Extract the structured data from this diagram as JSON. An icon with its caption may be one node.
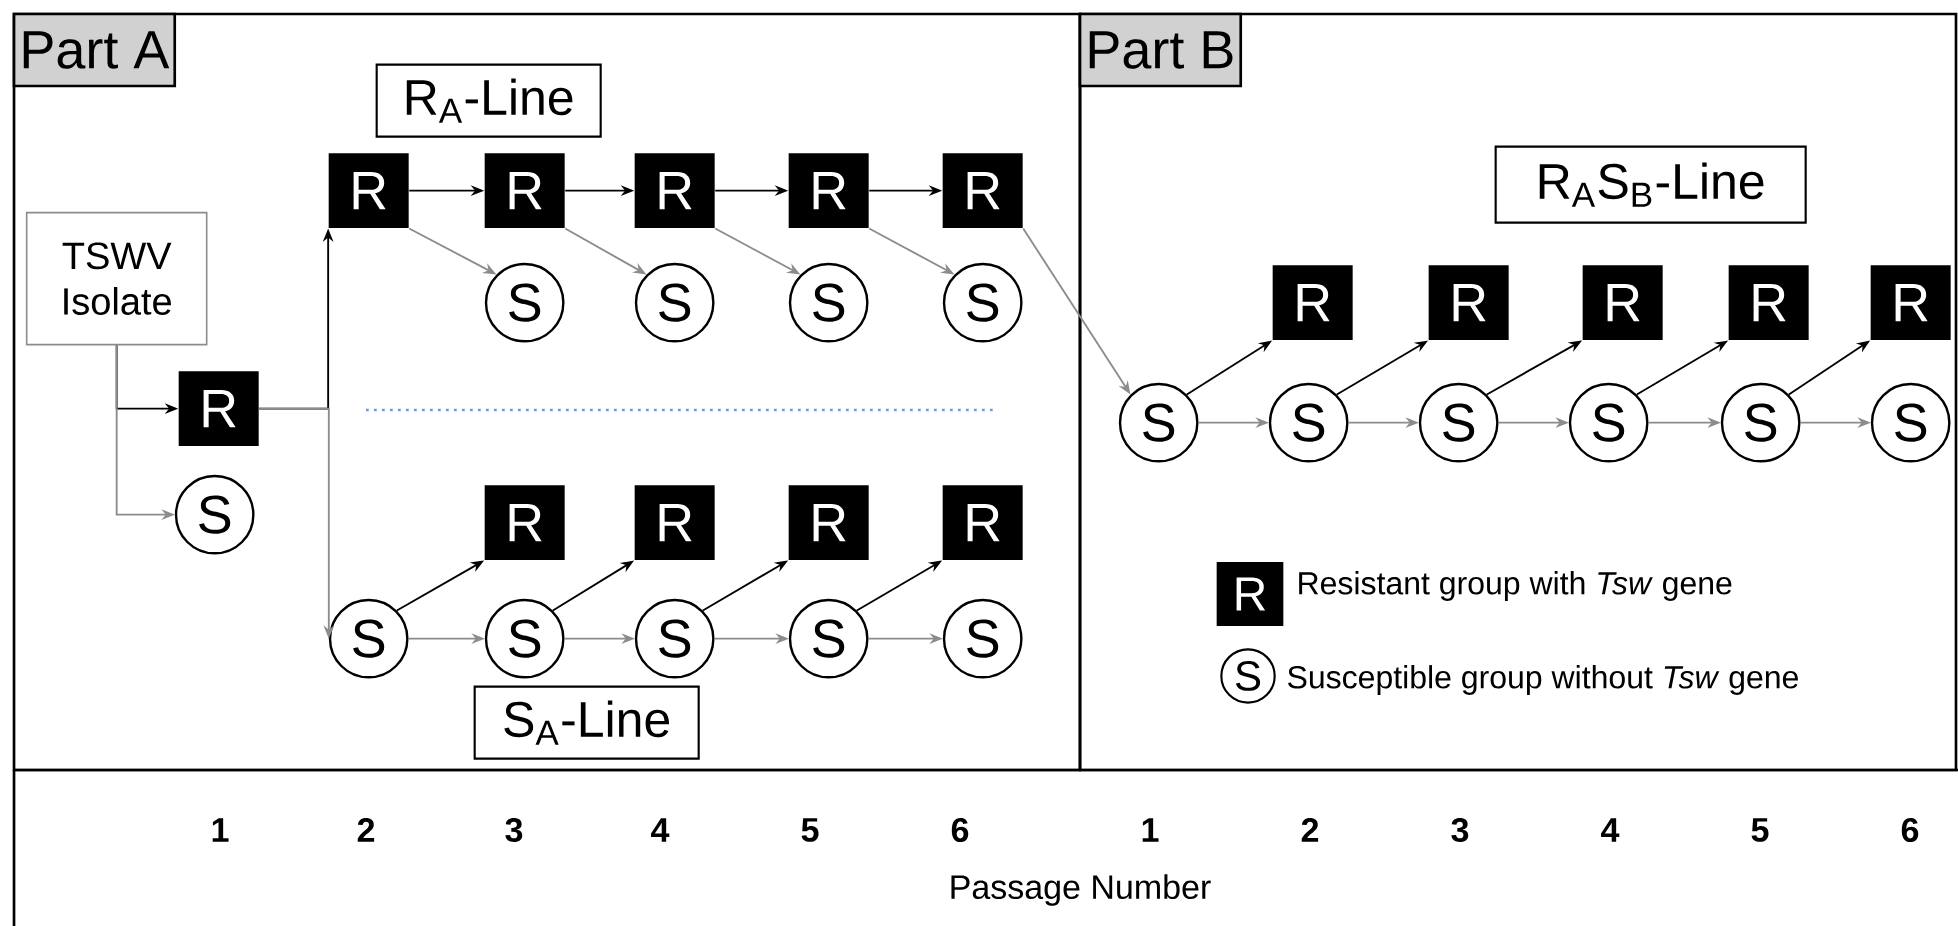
{
  "diagram": {
    "nodes": [
      {
        "text": [
          "Part A"
        ]
      },
      {
        "text": [
          "Part B"
        ]
      },
      {
        "text": [
          "R$_{A}$-Line"
        ],
        "in": 0
      },
      {
        "text": [
          "TSWV Isolate"
        ],
        "in": 0
      },
      {
        "text": [
          "R"
        ],
        "in": 0
      },
      {
        "text": [
          "S"
        ],
        "in": 0
      },
      {
        "text": [
          "R"
        ],
        "in": 0
      },
      {
        "text": [
          "R"
        ],
        "in": 0
      },
      {
        "text": [
          "R"
        ],
        "in": 0
      },
      {
        "text": [
          "R"
        ],
        "in": 0
      },
      {
        "text": [
          "R"
        ],
        "in": 0
      },
      {
        "text": [
          "S"
        ],
        "in": 0
      },
      {
        "text": [
          "S"
        ],
        "in": 0
      },
      {
        "text": [
          "S"
        ],
        "in": 0
      },
      {
        "text": [
          "S"
        ],
        "in": 0
      },
      {
        "text": [
          "S"
        ],
        "in": 0
      },
      {
        "text": [
          "S"
        ],
        "in": 0
      },
      {
        "text": [
          "S"
        ],
        "in": 0
      },
      {
        "text": [
          "S"
        ],
        "in": 0
      },
      {
        "text": [
          "S"
        ],
        "in": 0
      },
      {
        "text": [
          "R"
        ],
        "in": 0
      },
      {
        "text": [
          "R"
        ],
        "in": 0
      },
      {
        "text": [
          "R"
        ],
        "in": 0
      },
      {
        "text": [
          "R"
        ],
        "in": 0
      },
      {
        "text": [
          "S$_{A}$-Line"
        ],
        "in": 0
      },
      {
        "text": [
          "R$_{A}$S$_{B}$-Line"
        ],
        "in": 1
      },
      {
        "text": [
          "S"
        ],
        "in": 1
      },
      {
        "text": [
          "S"
        ],
        "in": 1
      },
      {
        "text": [
          "S"
        ],
        "in": 1
      },
      {
        "text": [
          "S"
        ],
        "in": 1
      },
      {
        "text": [
          "S"
        ],
        "in": 1
      },
      {
        "text": [
          "S"
        ],
        "in": 1
      },
      {
        "text": [
          "R"
        ],
        "in": 1
      },
      {
        "text": [
          "R"
        ],
        "in": 1
      },
      {
        "text": [
          "R"
        ],
        "in": 1
      },
      {
        "text": [
          "R"
        ],
        "in": 1
      },
      {
        "text": [
          "R"
        ],
        "in": 1
      }
    ],
    "edges": [
      {
        "from": 3,
        "to": 4,
        "arrow": "to",
        "color": "#000000"
      },
      {
        "from": 3,
        "to": 5,
        "arrow": "to"
      },
      {
        "from": 4,
        "to": 6,
        "arrow": "to",
        "color": "#000000"
      },
      {
        "from": 4,
        "to": 15,
        "arrow": "to"
      },
      {
        "from": 6,
        "to": 7,
        "arrow": "to",
        "color": "#000000"
      },
      {
        "from": 7,
        "to": 8,
        "arrow": "to",
        "color": "#000000"
      },
      {
        "from": 8,
        "to": 9,
        "arrow": "to",
        "color": "#000000"
      },
      {
        "from": 9,
        "to": 10,
        "arrow": "to",
        "color": "#000000"
      },
      {
        "from": 6,
        "to": 11,
        "arrow": "to"
      },
      {
        "from": 7,
        "to": 12,
        "arrow": "to"
      },
      {
        "from": 8,
        "to": 13,
        "arrow": "to"
      },
      {
        "from": 9,
        "to": 14,
        "arrow": "to"
      },
      {
        "from": 10,
        "to": 26,
        "arrow": "to"
      },
      {
        "from": 15,
        "to": 16,
        "arrow": "to"
      },
      {
        "from": 16,
        "to": 17,
        "arrow": "to"
      },
      {
        "from": 17,
        "to": 18,
        "arrow": "to"
      },
      {
        "from": 18,
        "to": 19,
        "arrow": "to"
      },
      {
        "from": 15,
        "to": 20,
        "arrow": "to",
        "color": "#000000"
      },
      {
        "from": 16,
        "to": 21,
        "arrow": "to",
        "color": "#000000"
      },
      {
        "from": 17,
        "to": 22,
        "arrow": "to",
        "color": "#000000"
      },
      {
        "from": 18,
        "to": 23,
        "arrow": "to",
        "color": "#000000"
      },
      {
        "from": 26,
        "to": 27,
        "arrow": "to"
      },
      {
        "from": 27,
        "to": 28,
        "arrow": "to"
      },
      {
        "from": 28,
        "to": 29,
        "arrow": "to"
      },
      {
        "from": 29,
        "to": 30,
        "arrow": "to"
      },
      {
        "from": 30,
        "to": 31,
        "arrow": "to"
      },
      {
        "from": 26,
        "to": 32,
        "arrow": "to",
        "color": "#000000"
      },
      {
        "from": 27,
        "to": 33,
        "arrow": "to",
        "color": "#000000"
      },
      {
        "from": 28,
        "to": 34,
        "arrow": "to",
        "color": "#000000"
      },
      {
        "from": 29,
        "to": 35,
        "arrow": "to",
        "color": "#000000"
      },
      {
        "from": 30,
        "to": 36,
        "arrow": "to",
        "color": "#000000"
      }
    ],
    "labels": [
      "R",
      "S",
      "1",
      "2",
      "3",
      "4",
      "5",
      "6",
      "1",
      "2",
      "3",
      "4",
      "5",
      "6",
      "Passage Number"
    ],
    "legend": [
      {
        "text": "Resistant group with *Tsw* gene"
      },
      {
        "text": "Susceptible group without *Tsw* gene"
      }
    ]
  }
}
